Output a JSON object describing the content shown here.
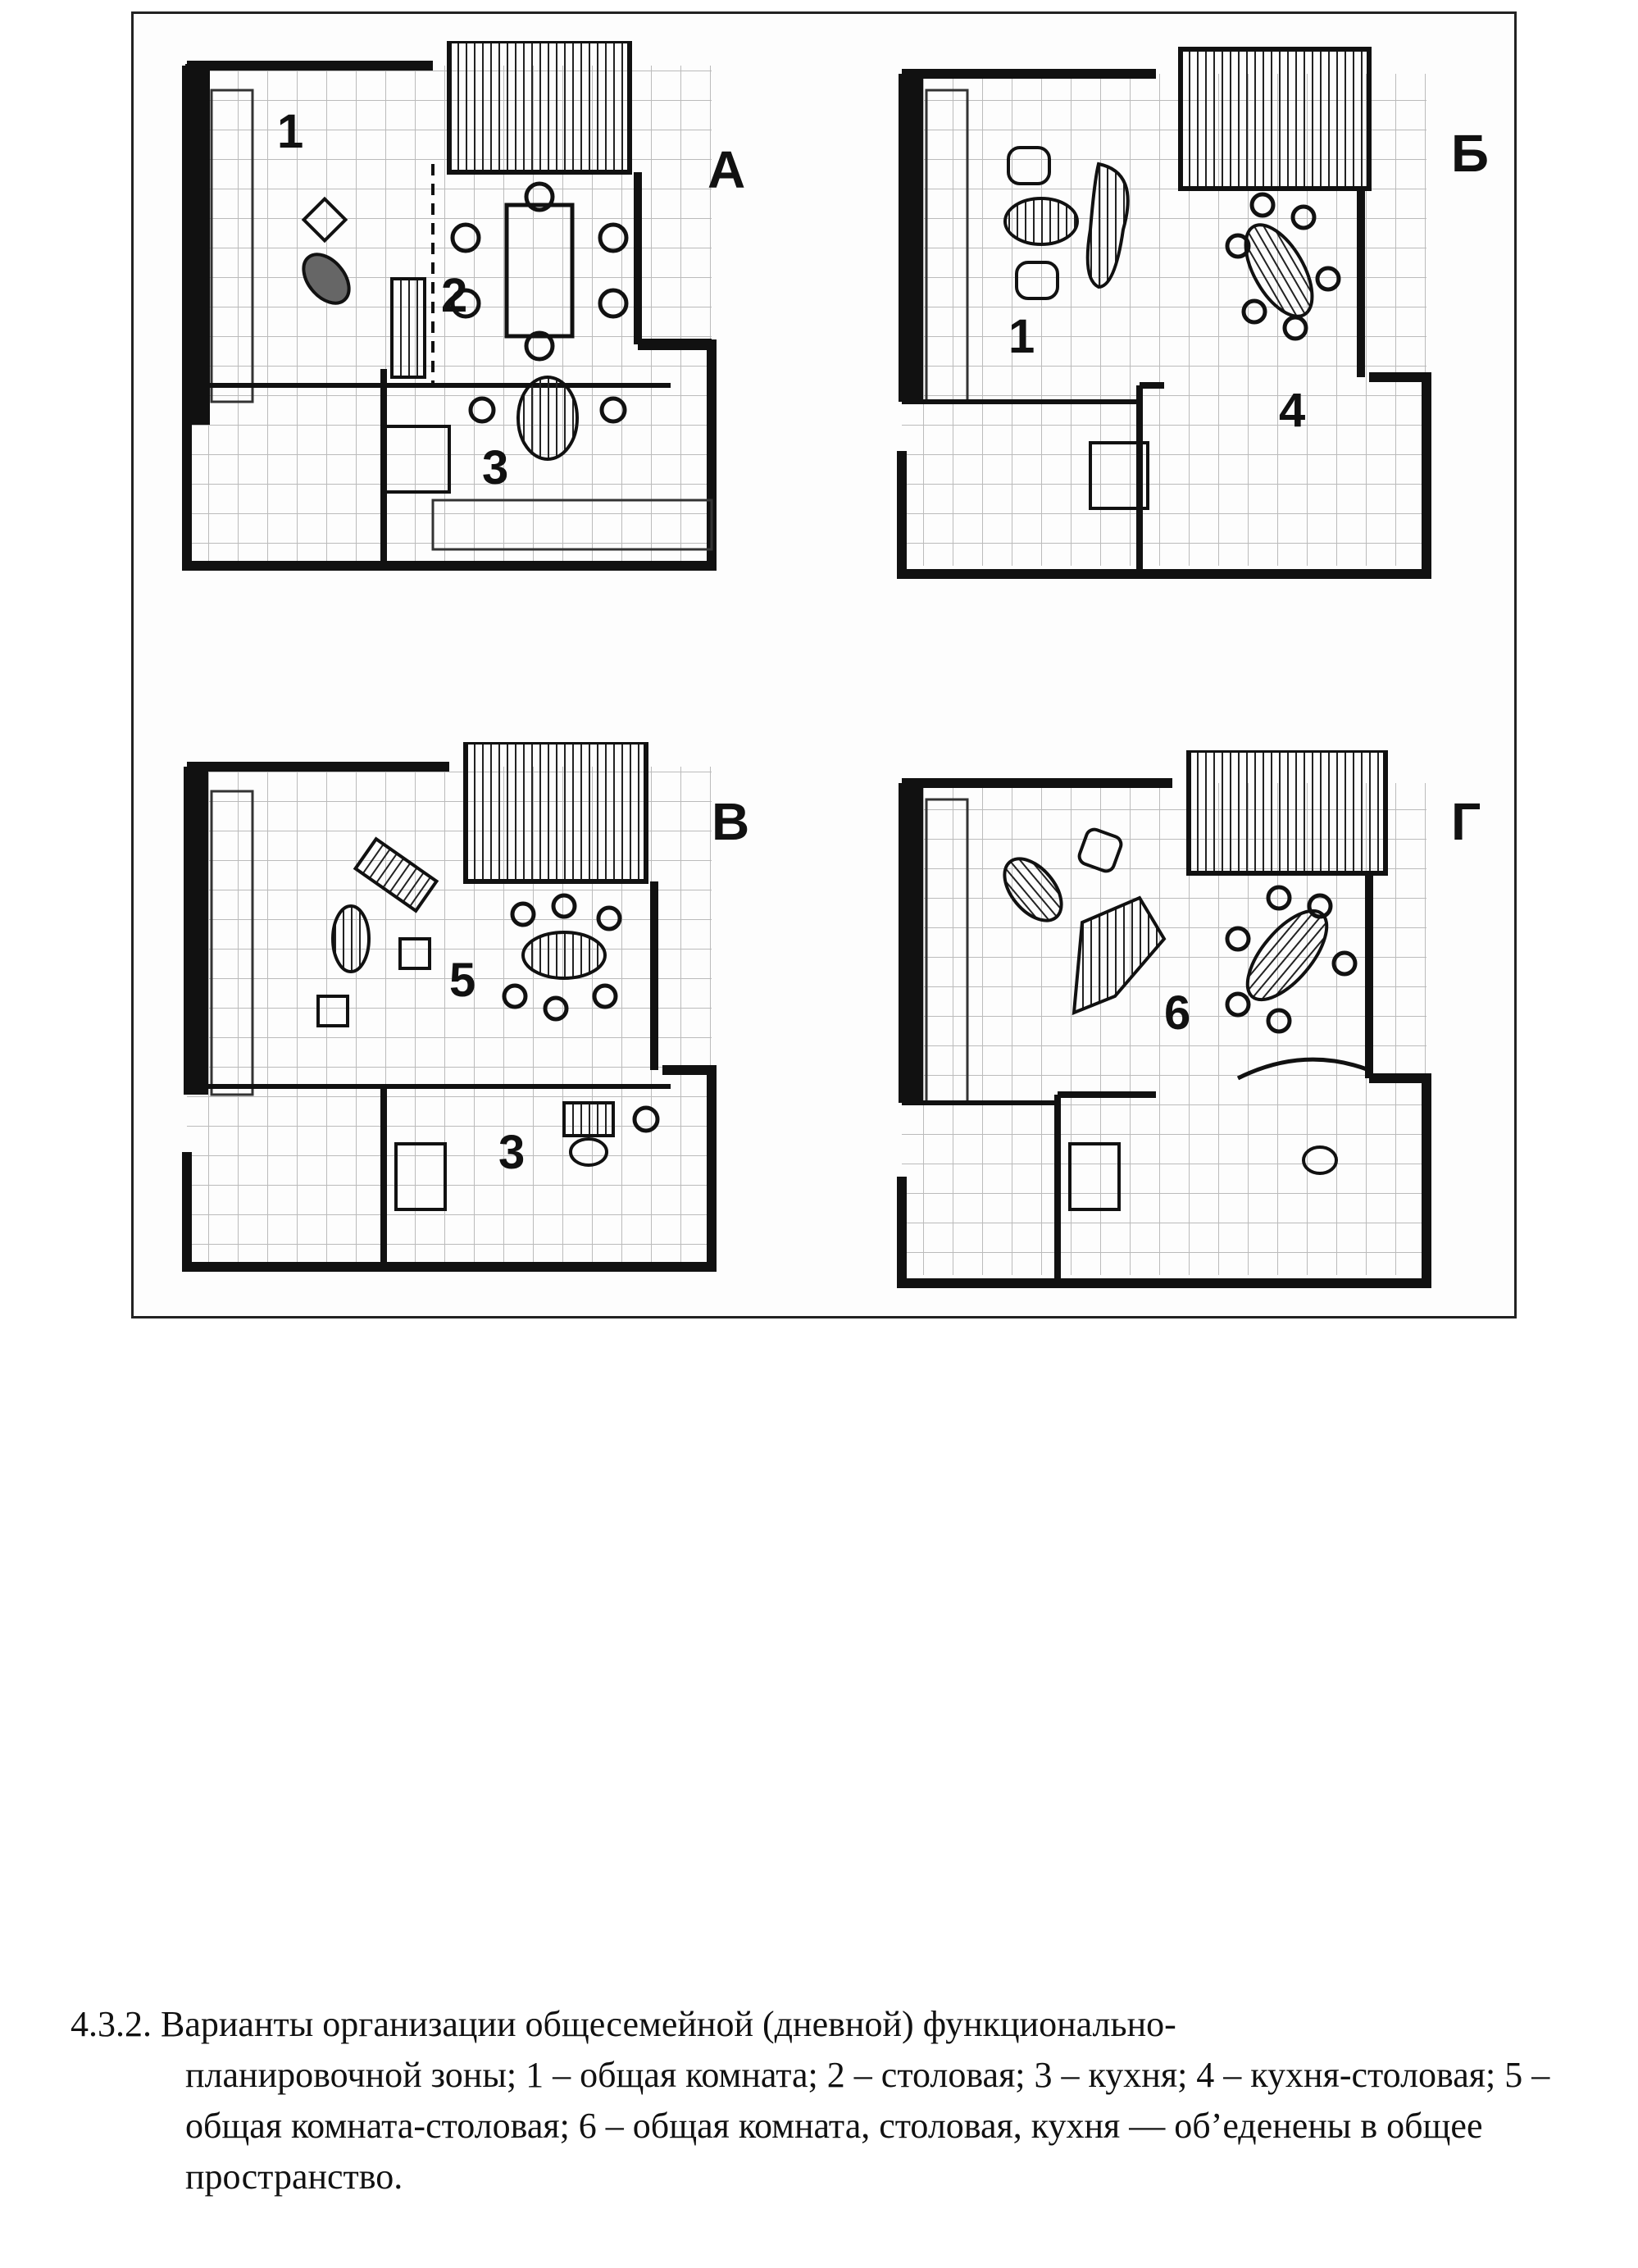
{
  "variants": [
    {
      "letter": "А",
      "rooms": [
        "1",
        "2",
        "3"
      ]
    },
    {
      "letter": "Б",
      "rooms": [
        "1",
        "4"
      ]
    },
    {
      "letter": "В",
      "rooms": [
        "5",
        "3"
      ]
    },
    {
      "letter": "Г",
      "rooms": [
        "6"
      ]
    }
  ],
  "caption": {
    "first_line": "4.3.2. Варианты организации общесемейной (дневной) функционально-",
    "rest": "планировочной зоны; 1 – общая комната; 2 – столовая; 3 – кухня; 4 – кухня-столовая; 5 – общая комната-столовая; 6 – общая комната, столовая, кухня — об’еденены в общее пространство."
  }
}
